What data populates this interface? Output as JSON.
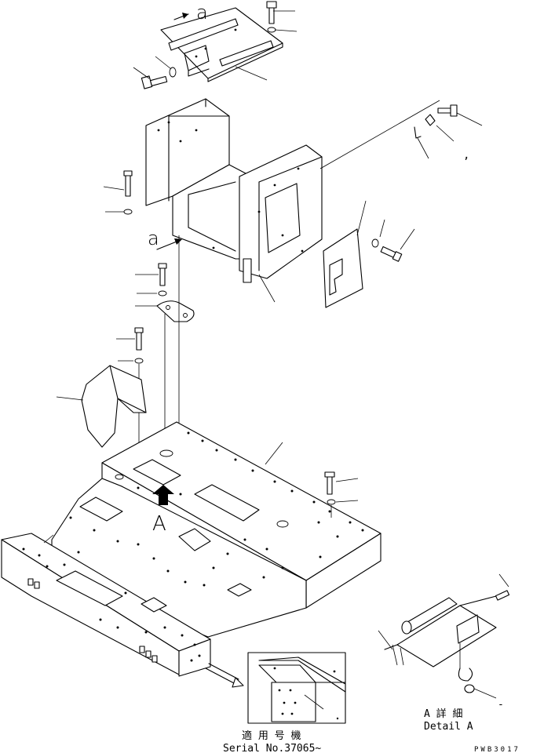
{
  "view_marks": {
    "view_a_top": "a",
    "view_a_mid": "a",
    "view_A": "A"
  },
  "detail_label": {
    "japanese": "A 詳 細",
    "english": "Detail A"
  },
  "serial_note": {
    "japanese": "適 用 号 機",
    "english": "Serial No.37065~"
  },
  "drawing_code": "PWB3017",
  "detail_mark": "-",
  "stray_mark": ","
}
